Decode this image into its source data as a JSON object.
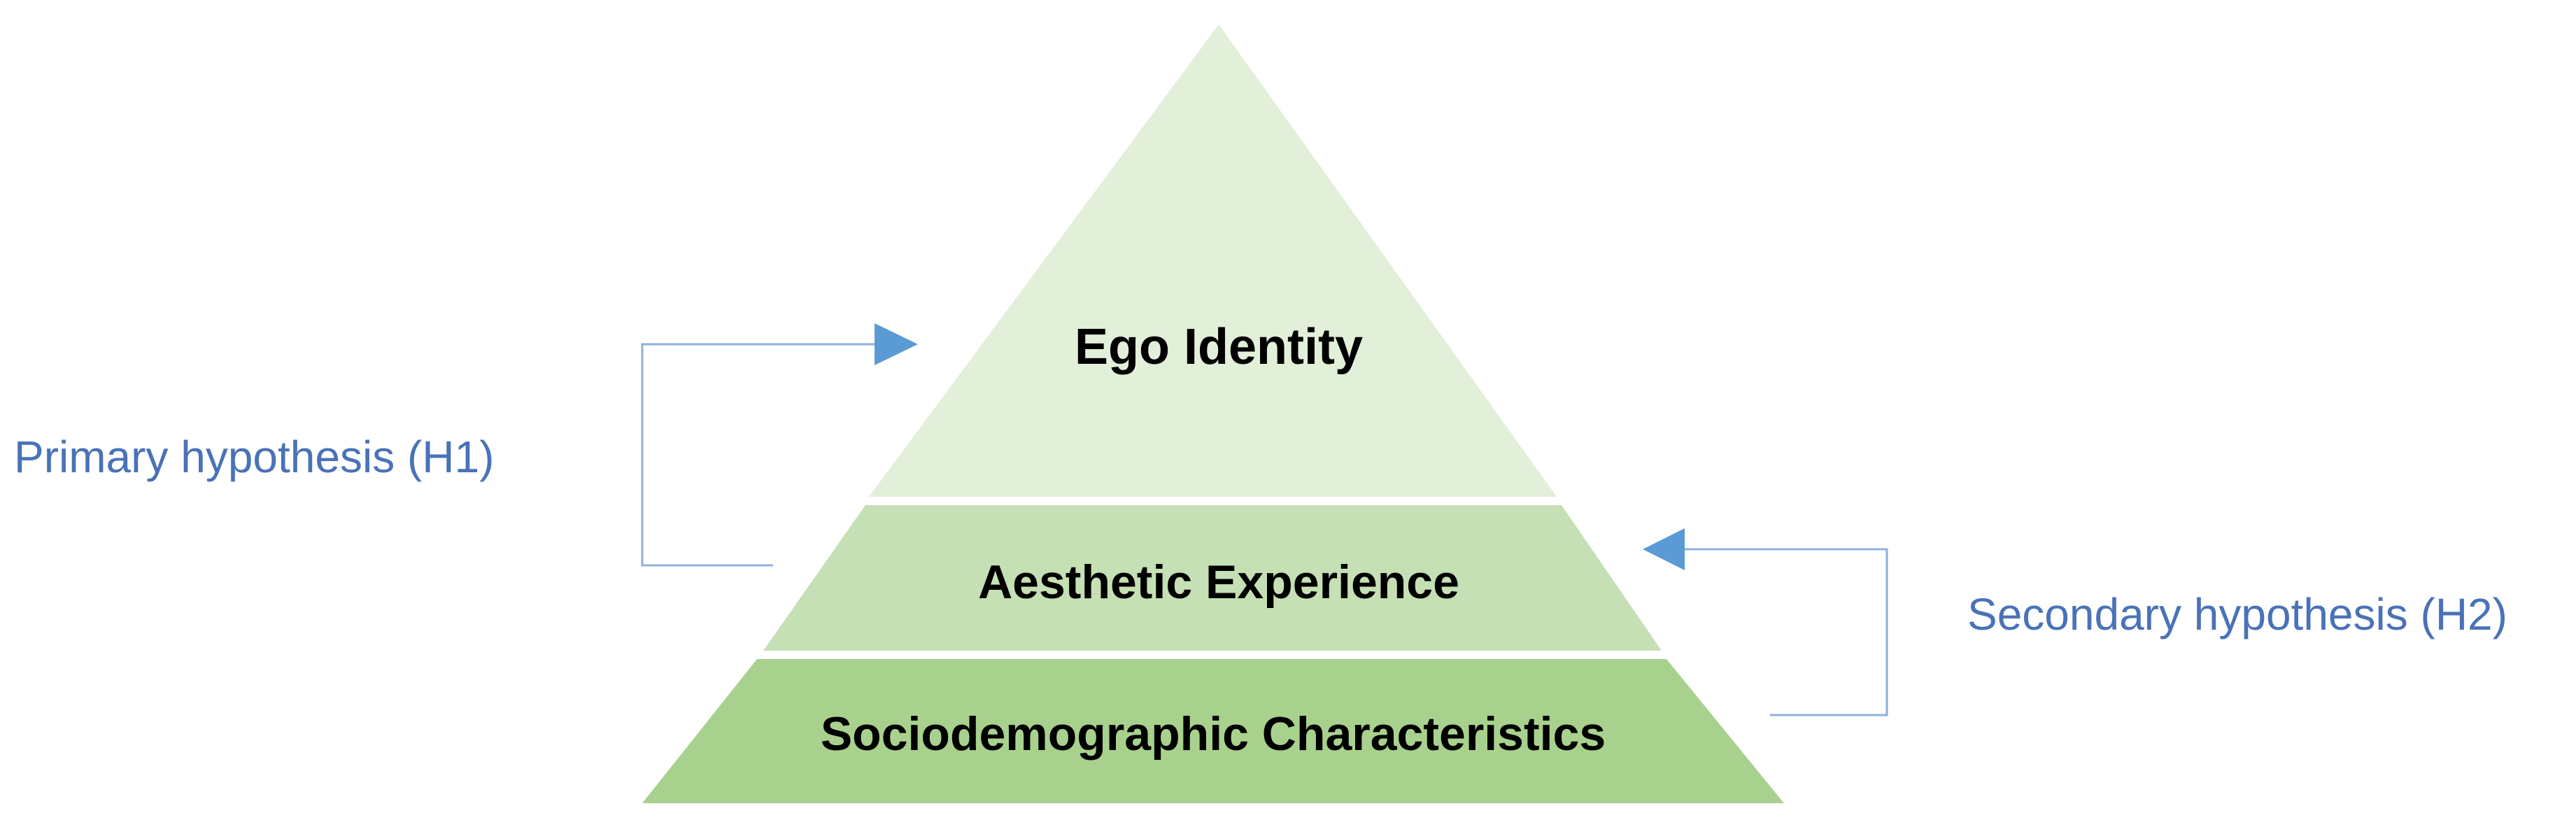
{
  "pyramid": {
    "top": {
      "label": "Ego Identity",
      "color": "#e2efd9"
    },
    "middle": {
      "label": "Aesthetic Experience",
      "color": "#c5e0b4"
    },
    "bottom": {
      "label": "Sociodemographic Characteristics",
      "color": "#a9d18e"
    }
  },
  "hypotheses": {
    "primary": {
      "label": "Primary hypothesis (H1)"
    },
    "secondary": {
      "label": "Secondary hypothesis (H2)"
    }
  },
  "colors": {
    "hypothesis_text": "#4a72b8",
    "connector_line": "#8fb0dd",
    "arrow_head": "#5b9bd5"
  }
}
